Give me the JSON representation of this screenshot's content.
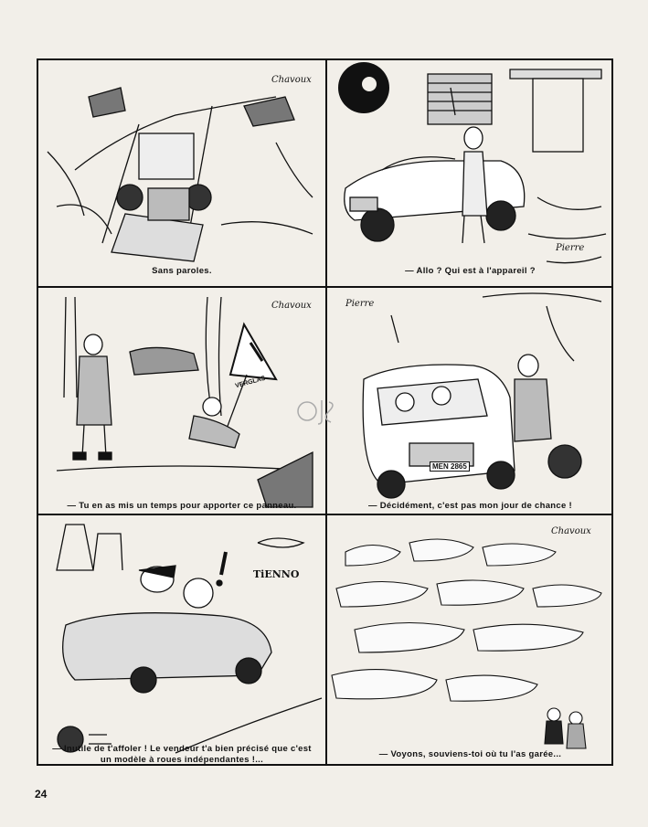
{
  "page": {
    "number": "24"
  },
  "panels": [
    {
      "caption": "Sans paroles.",
      "signature": ""
    },
    {
      "caption": "— Allo ? Qui est à l'appareil ?",
      "signature": ""
    },
    {
      "caption": "— Tu en as mis un temps pour apporter ce panneau.",
      "sign_text": "VERGLAS",
      "signature": ""
    },
    {
      "caption": "— Décidément, c'est pas mon jour de chance !",
      "plate": "MEN 2865",
      "signature": ""
    },
    {
      "caption_line1": "— Inutile de t'affoler ! Le vendeur t'a bien précisé que c'est",
      "caption_line2": "un modèle à roues indépendantes !...",
      "signature": "TiENNO"
    },
    {
      "caption": "— Voyons, souviens-toi où tu l'as garée...",
      "signature": ""
    }
  ],
  "colors": {
    "ink": "#111111",
    "paper": "#f2efe9"
  }
}
